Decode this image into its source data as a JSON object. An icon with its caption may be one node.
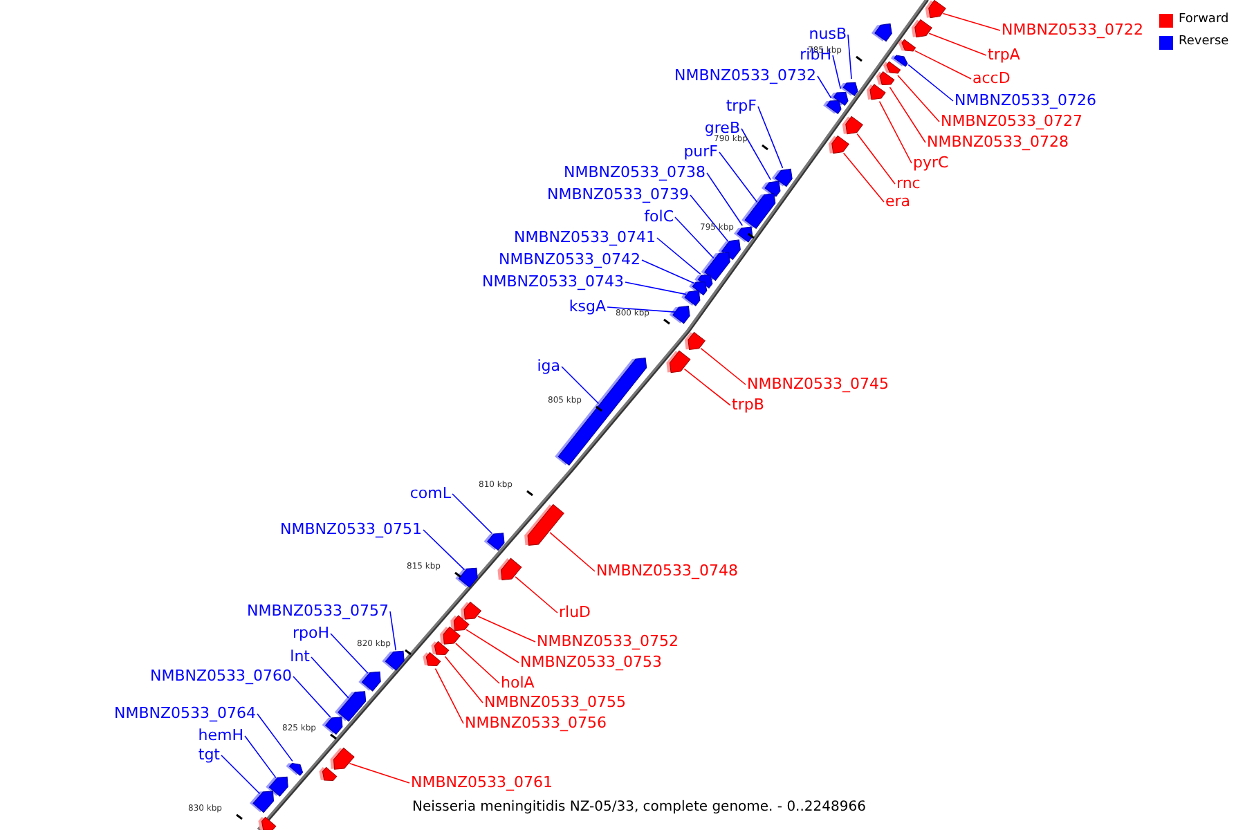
{
  "diagram": {
    "caption": "Neisseria meningitidis NZ-05/33, complete genome. - 0..2248966",
    "nodes": [
      {
        "text": [
          "NMBNZ0533_0722"
        ]
      },
      {
        "text": [],
        "shape": "arrow"
      },
      {
        "text": [
          "trpA"
        ]
      },
      {
        "text": [],
        "shape": "arrow"
      },
      {
        "text": [
          "accD"
        ]
      },
      {
        "text": [],
        "shape": "arrow"
      },
      {
        "text": [
          "NMBNZ0533_0726"
        ]
      },
      {
        "text": [],
        "shape": "arrow"
      },
      {
        "text": [
          "NMBNZ0533_0727"
        ]
      },
      {
        "text": [],
        "shape": "arrow"
      },
      {
        "text": [
          "NMBNZ0533_0728"
        ]
      },
      {
        "text": [],
        "shape": "arrow"
      },
      {
        "text": [
          "pyrC"
        ]
      },
      {
        "text": [],
        "shape": "arrow"
      },
      {
        "text": [
          "rnc"
        ]
      },
      {
        "text": [],
        "shape": "arrow"
      },
      {
        "text": [
          "era"
        ]
      },
      {
        "text": [],
        "shape": "arrow"
      },
      {
        "text": [
          "NMBNZ0533_0745"
        ]
      },
      {
        "text": [],
        "shape": "arrow"
      },
      {
        "text": [
          "trpB"
        ]
      },
      {
        "text": [],
        "shape": "arrow"
      },
      {
        "text": [
          "NMBNZ0533_0748"
        ]
      },
      {
        "text": [],
        "shape": "arrow"
      },
      {
        "text": [
          "rluD"
        ]
      },
      {
        "text": [],
        "shape": "arrow"
      },
      {
        "text": [
          "NMBNZ0533_0752"
        ]
      },
      {
        "text": [],
        "shape": "arrow"
      },
      {
        "text": [
          "NMBNZ0533_0753"
        ]
      },
      {
        "text": [],
        "shape": "arrow"
      },
      {
        "text": [
          "holA"
        ]
      },
      {
        "text": [],
        "shape": "arrow"
      },
      {
        "text": [
          "NMBNZ0533_0755"
        ]
      },
      {
        "text": [],
        "shape": "arrow"
      },
      {
        "text": [
          "NMBNZ0533_0756"
        ]
      },
      {
        "text": [],
        "shape": "arrow"
      },
      {
        "text": [
          "NMBNZ0533_0761"
        ]
      },
      {
        "text": [],
        "shape": "arrow"
      },
      {
        "text": [
          "nusB"
        ]
      },
      {
        "text": [],
        "shape": "arrow"
      },
      {
        "text": [
          "ribH"
        ]
      },
      {
        "text": [],
        "shape": "arrow"
      },
      {
        "text": [
          "NMBNZ0533_0732"
        ]
      },
      {
        "text": [],
        "shape": "arrow"
      },
      {
        "text": [
          "trpF"
        ]
      },
      {
        "text": [],
        "shape": "arrow"
      },
      {
        "text": [
          "greB"
        ]
      },
      {
        "text": [],
        "shape": "arrow"
      },
      {
        "text": [
          "purF"
        ]
      },
      {
        "text": [],
        "shape": "arrow"
      },
      {
        "text": [
          "NMBNZ0533_0738"
        ]
      },
      {
        "text": [],
        "shape": "arrow"
      },
      {
        "text": [
          "NMBNZ0533_0739"
        ]
      },
      {
        "text": [],
        "shape": "arrow"
      },
      {
        "text": [
          "folC"
        ]
      },
      {
        "text": [],
        "shape": "arrow"
      },
      {
        "text": [
          "NMBNZ0533_0741"
        ]
      },
      {
        "text": [],
        "shape": "arrow"
      },
      {
        "text": [
          "NMBNZ0533_0742"
        ]
      },
      {
        "text": [],
        "shape": "arrow"
      },
      {
        "text": [
          "NMBNZ0533_0743"
        ]
      },
      {
        "text": [],
        "shape": "arrow"
      },
      {
        "text": [
          "ksgA"
        ]
      },
      {
        "text": [],
        "shape": "arrow"
      },
      {
        "text": [
          "iga"
        ]
      },
      {
        "text": [],
        "shape": "arrow"
      },
      {
        "text": [
          "comL"
        ]
      },
      {
        "text": [],
        "shape": "arrow"
      },
      {
        "text": [
          "NMBNZ0533_0751"
        ]
      },
      {
        "text": [],
        "shape": "arrow"
      },
      {
        "text": [
          "NMBNZ0533_0757"
        ]
      },
      {
        "text": [],
        "shape": "arrow"
      },
      {
        "text": [
          "rpoH"
        ]
      },
      {
        "text": [],
        "shape": "arrow"
      },
      {
        "text": [
          "lnt"
        ]
      },
      {
        "text": [],
        "shape": "arrow"
      },
      {
        "text": [
          "NMBNZ0533_0760"
        ]
      },
      {
        "text": [],
        "shape": "arrow"
      },
      {
        "text": [
          "NMBNZ0533_0764"
        ]
      },
      {
        "text": [],
        "shape": "arrow"
      },
      {
        "text": [
          "hemH"
        ]
      },
      {
        "text": [],
        "shape": "arrow"
      },
      {
        "text": [
          "tgt"
        ]
      },
      {
        "text": [],
        "shape": "arrow"
      },
      {
        "text": [],
        "shape": "arrow"
      },
      {
        "text": [],
        "shape": "arrow"
      },
      {
        "text": [],
        "shape": "arrow"
      }
    ],
    "edges": [
      {
        "from": 0,
        "to": 1,
        "arrow": "none",
        "color": "#ff0000"
      },
      {
        "from": 2,
        "to": 3,
        "arrow": "none",
        "color": "#ff0000"
      },
      {
        "from": 4,
        "to": 5,
        "arrow": "none",
        "color": "#ff0000"
      },
      {
        "from": 6,
        "to": 7,
        "arrow": "none"
      },
      {
        "from": 8,
        "to": 9,
        "arrow": "none",
        "color": "#ff0000"
      },
      {
        "from": 10,
        "to": 11,
        "arrow": "none",
        "color": "#ff0000"
      },
      {
        "from": 12,
        "to": 13,
        "arrow": "none",
        "color": "#ff0000"
      },
      {
        "from": 14,
        "to": 15,
        "arrow": "none",
        "color": "#ff0000"
      },
      {
        "from": 16,
        "to": 17,
        "arrow": "none",
        "color": "#ff0000"
      },
      {
        "from": 18,
        "to": 19,
        "arrow": "none",
        "color": "#ff0000"
      },
      {
        "from": 20,
        "to": 21,
        "arrow": "none",
        "color": "#ff0000"
      },
      {
        "from": 22,
        "to": 23,
        "arrow": "none",
        "color": "#ff0000"
      },
      {
        "from": 24,
        "to": 25,
        "arrow": "none",
        "color": "#ff0000"
      },
      {
        "from": 26,
        "to": 27,
        "arrow": "none",
        "color": "#ff0000"
      },
      {
        "from": 28,
        "to": 29,
        "arrow": "none",
        "color": "#ff0000"
      },
      {
        "from": 30,
        "to": 31,
        "arrow": "none",
        "color": "#ff0000"
      },
      {
        "from": 32,
        "to": 33,
        "arrow": "none",
        "color": "#ff0000"
      },
      {
        "from": 34,
        "to": 35,
        "arrow": "none",
        "color": "#ff0000"
      },
      {
        "from": 36,
        "to": 37,
        "arrow": "none",
        "color": "#ff0000"
      },
      {
        "from": 38,
        "to": 39,
        "arrow": "none"
      },
      {
        "from": 40,
        "to": 41,
        "arrow": "none"
      },
      {
        "from": 42,
        "to": 43,
        "arrow": "none"
      },
      {
        "from": 44,
        "to": 45,
        "arrow": "none"
      },
      {
        "from": 46,
        "to": 47,
        "arrow": "none"
      },
      {
        "from": 48,
        "to": 49,
        "arrow": "none"
      },
      {
        "from": 50,
        "to": 51,
        "arrow": "none"
      },
      {
        "from": 52,
        "to": 53,
        "arrow": "none"
      },
      {
        "from": 54,
        "to": 55,
        "arrow": "none"
      },
      {
        "from": 56,
        "to": 57,
        "arrow": "none"
      },
      {
        "from": 58,
        "to": 59,
        "arrow": "none"
      },
      {
        "from": 60,
        "to": 61,
        "arrow": "none"
      },
      {
        "from": 62,
        "to": 63,
        "arrow": "none"
      },
      {
        "from": 64,
        "to": 65,
        "arrow": "none"
      },
      {
        "from": 66,
        "to": 67,
        "arrow": "none"
      },
      {
        "from": 68,
        "to": 69,
        "arrow": "none"
      },
      {
        "from": 70,
        "to": 71,
        "arrow": "none"
      },
      {
        "from": 72,
        "to": 73,
        "arrow": "none"
      },
      {
        "from": 74,
        "to": 75,
        "arrow": "none"
      },
      {
        "from": 76,
        "to": 77,
        "arrow": "none"
      },
      {
        "from": 78,
        "to": 79,
        "arrow": "none"
      },
      {
        "from": 80,
        "to": 81,
        "arrow": "none"
      },
      {
        "from": 82,
        "to": 83,
        "arrow": "none"
      }
    ],
    "labels": [
      "785 kbp",
      "790 kbp",
      "795 kbp",
      "800 kbp",
      "805 kbp",
      "810 kbp",
      "815 kbp",
      "820 kbp",
      "825 kbp",
      "830 kbp"
    ],
    "legend": [
      {
        "text": "Forward",
        "color": "#ff0000"
      },
      {
        "text": "Reverse",
        "color": "#0000ff"
      }
    ]
  }
}
